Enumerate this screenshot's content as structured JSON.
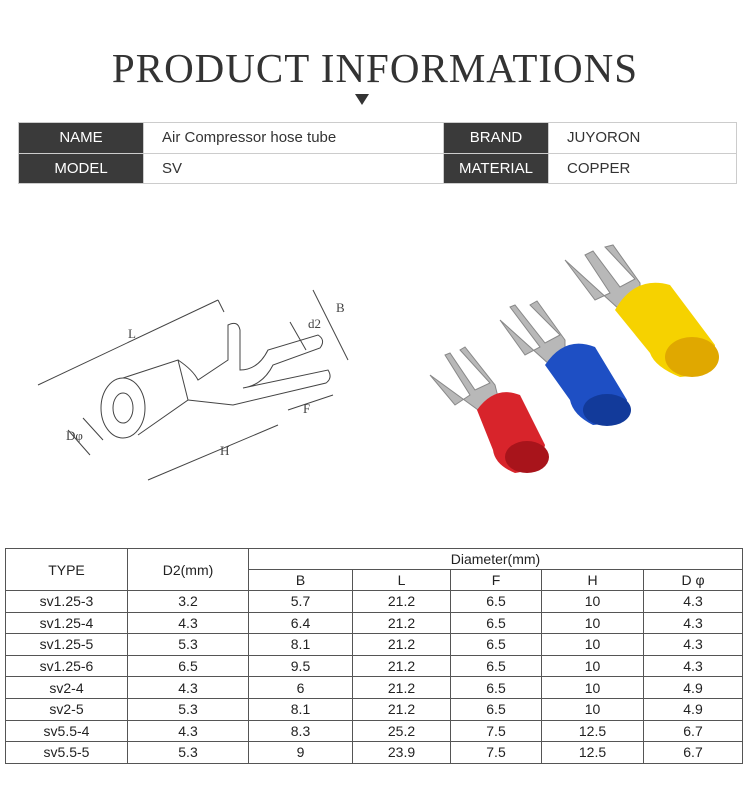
{
  "title": "PRODUCT INFORMATIONS",
  "info": [
    {
      "label": "NAME",
      "value": "Air Compressor hose tube",
      "label2": "BRAND",
      "value2": "JUYORON"
    },
    {
      "label": "MODEL",
      "value": "SV",
      "label2": "MATERIAL",
      "value2": "COPPER"
    }
  ],
  "diagram_labels": {
    "L": "L",
    "B": "B",
    "d2": "d2",
    "F": "F",
    "H": "H",
    "D": "Dφ"
  },
  "spec": {
    "type_header": "TYPE",
    "d2_header": "D2(mm)",
    "group_header": "Diameter(mm)",
    "cols": [
      "B",
      "L",
      "F",
      "H",
      "D φ"
    ],
    "rows": [
      [
        "sv1.25-3",
        "3.2",
        "5.7",
        "21.2",
        "6.5",
        "10",
        "4.3"
      ],
      [
        "sv1.25-4",
        "4.3",
        "6.4",
        "21.2",
        "6.5",
        "10",
        "4.3"
      ],
      [
        "sv1.25-5",
        "5.3",
        "8.1",
        "21.2",
        "6.5",
        "10",
        "4.3"
      ],
      [
        "sv1.25-6",
        "6.5",
        "9.5",
        "21.2",
        "6.5",
        "10",
        "4.3"
      ],
      [
        "sv2-4",
        "4.3",
        "6",
        "21.2",
        "6.5",
        "10",
        "4.9"
      ],
      [
        "sv2-5",
        "5.3",
        "8.1",
        "21.2",
        "6.5",
        "10",
        "4.9"
      ],
      [
        "sv5.5-4",
        "4.3",
        "8.3",
        "25.2",
        "7.5",
        "12.5",
        "6.7"
      ],
      [
        "sv5.5-5",
        "5.3",
        "9",
        "23.9",
        "7.5",
        "12.5",
        "6.7"
      ]
    ]
  },
  "colors": {
    "dark": "#3a3a3a",
    "red": "#d8242b",
    "blue": "#1e4fc4",
    "yellow": "#f6d200"
  }
}
